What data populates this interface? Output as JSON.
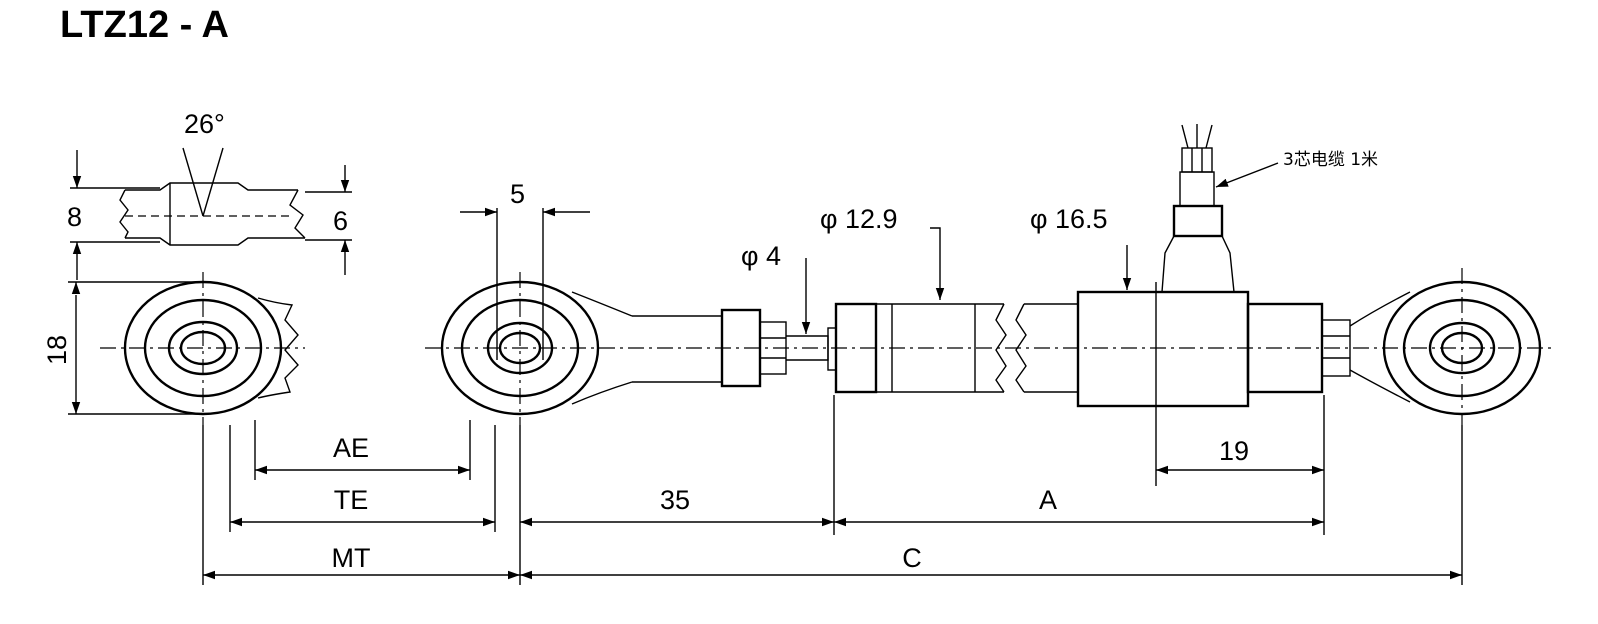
{
  "title": "LTZ12 - A",
  "dimensions": {
    "angle": "26°",
    "head_height": "8",
    "ball_width": "6",
    "eye_diameter": "18",
    "ball_thickness": "5",
    "shaft_diameter": "φ 4",
    "cylinder_diameter": "φ 12.9",
    "body_diameter": "φ 16.5",
    "offset_19": "19",
    "len_35": "35",
    "len_A": "A",
    "len_C": "C",
    "len_AE": "AE",
    "len_TE": "TE",
    "len_MT": "MT"
  },
  "cable_note": "3芯电缆 1米"
}
